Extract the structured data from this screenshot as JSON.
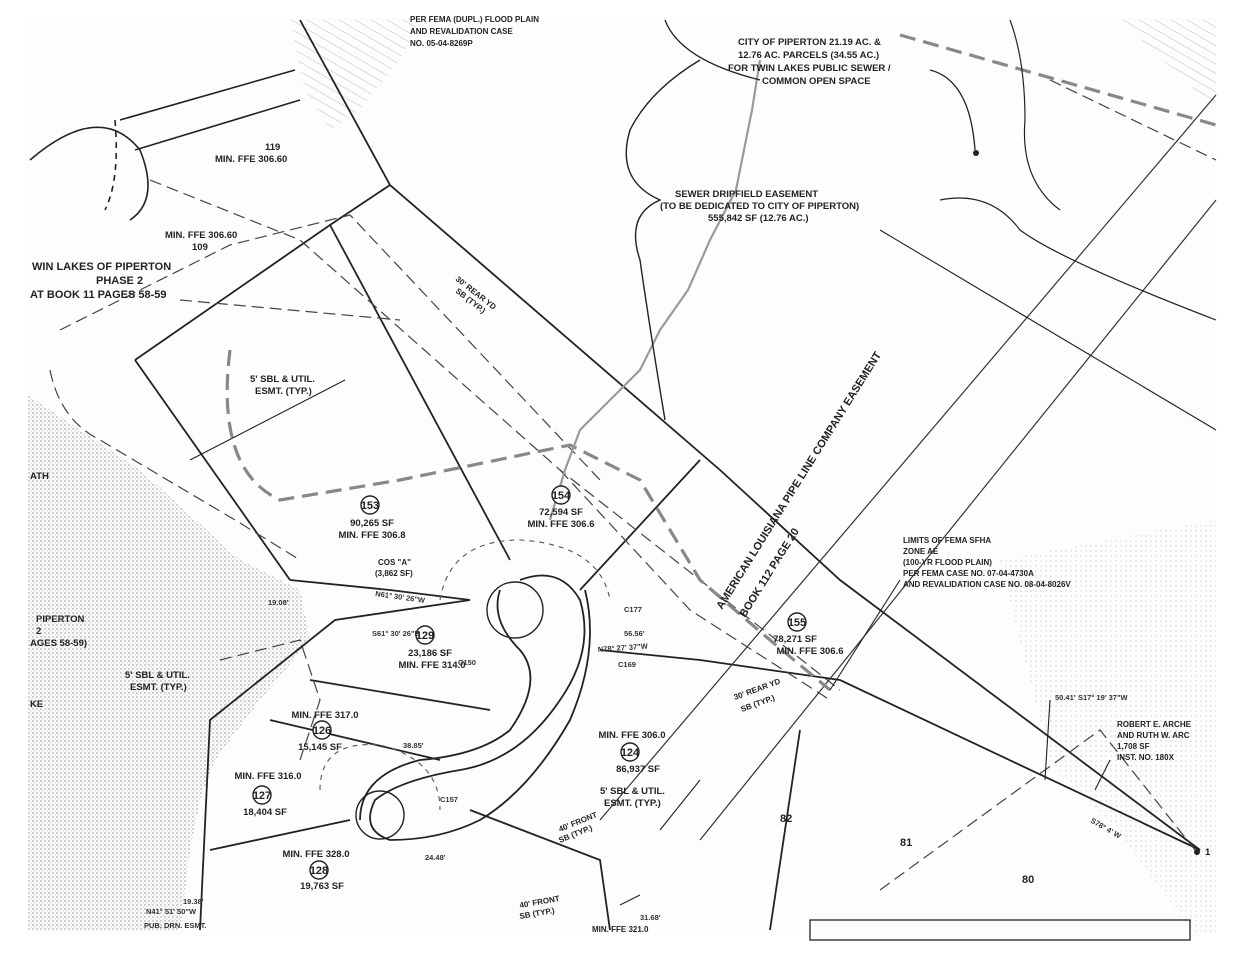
{
  "lots": [
    {
      "id": "lot-153",
      "num": "153",
      "area": "90,265 SF",
      "ffe": "MIN. FFE 306.8"
    },
    {
      "id": "lot-154",
      "num": "154",
      "area": "72,594 SF",
      "ffe": "MIN. FFE 306.6"
    },
    {
      "id": "lot-155",
      "num": "155",
      "area": "78,271 SF",
      "ffe": "MIN. FFE 306.6"
    },
    {
      "id": "lot-129",
      "num": "129",
      "area": "23,186 SF",
      "ffe": "MIN. FFE 314.0"
    },
    {
      "id": "lot-126",
      "num": "126",
      "area": "15,145 SF",
      "ffe": "MIN. FFE 317.0"
    },
    {
      "id": "lot-127",
      "num": "127",
      "area": "18,404 SF",
      "ffe": "MIN. FFE 316.0"
    },
    {
      "id": "lot-128",
      "num": "128",
      "area": "19,763 SF",
      "ffe": "MIN. FFE 328.0"
    },
    {
      "id": "lot-124",
      "num": "124",
      "area": "86,937 SF",
      "ffe": "MIN. FFE 306.0"
    }
  ],
  "labels": {
    "fema_top_1": "PER FEMA (DUPL.) FLOOD PLAIN",
    "fema_top_2": "AND REVALIDATION CASE",
    "fema_top_3": "NO. 05-04-8269P",
    "city_1": "CITY OF PIPERTON 21.19 AC. &",
    "city_2": "12.76 AC. PARCELS (34.55 AC.)",
    "city_3": "FOR TWIN LAKES PUBLIC SEWER /",
    "city_4": "COMMON OPEN SPACE",
    "drip_1": "SEWER DRIPFIELD EASEMENT",
    "drip_2": "(TO BE DEDICATED TO CITY OF PIPERTON)",
    "drip_3": "555,842 SF (12.76 AC.)",
    "lot119_num": "119",
    "lot119_ffe": "MIN. FFE 306.60",
    "lot109_ffe": "MIN. FFE 306.60",
    "lot109_num": "109",
    "twin_1": "WIN LAKES OF PIPERTON",
    "twin_2": "PHASE 2",
    "twin_3": "AT BOOK 11 PAGES 58-59",
    "sbl_util_1": "5' SBL & UTIL.",
    "sbl_util_2": "ESMT. (TYP.)",
    "rear_yd_1": "30' REAR YD",
    "rear_yd_2": "SB (TYP.)",
    "cos_1": "COS \"A\"",
    "cos_2": "(3,862 SF)",
    "pipeline": "AMERICAN LOUISIANA PIPE LINE COMPANY EASEMENT",
    "pipeline_book": "BOOK 112 PAGE 20",
    "fema_sfha_1": "LIMITS OF FEMA SFHA",
    "fema_sfha_2": "ZONE AE",
    "fema_sfha_3": "(100-YR FLOOD PLAIN)",
    "fema_sfha_4": "PER FEMA CASE NO. 07-04-4730A",
    "fema_sfha_5": "AND REVALIDATION CASE NO. 08-04-8026V",
    "piperton_1": "PIPERTON",
    "piperton_2": "2",
    "piperton_3": "AGES 58-59)",
    "tract_ke": "KE",
    "tract_ath": "ATH",
    "sbl_util_b1": "5' SBL & UTIL.",
    "sbl_util_b2": "ESMT. (TYP.)",
    "sbl_util_c1": "5' SBL & UTIL.",
    "sbl_util_c2": "ESMT. (TYP.)",
    "front_sb_1": "40' FRONT",
    "front_sb_2": "SB (TYP.)",
    "front_sb_3": "40' FRONT",
    "front_sb_4": "SB (TYP.)",
    "rear_yd_b1": "30' REAR YD",
    "rear_yd_b2": "SB (TYP.)",
    "owner_1": "ROBERT E. ARCHE",
    "owner_2": "AND RUTH W. ARC",
    "owner_3": "1,708 SF",
    "owner_4": "INST. NO. 180X",
    "brg_n61": "N61° 30' 26\"W",
    "brg_s61": "S61° 30' 26\"E",
    "brg_n41": "N41° 51' 50\"W",
    "brg_corner": "S17° 19' 37\"W",
    "brg_w": "N78° 27' 37\"W",
    "dim_1908": "19.08'",
    "dim_3885": "38.85'",
    "dim_5856": "56.56'",
    "dim_5041": "50.41'",
    "dim_2448": "24.48'",
    "dim_1938": "19.38'",
    "dim_3168": "31.68'",
    "pub_drn": "PUB. DRN. ESMT.",
    "c177": "C177",
    "c169": "C169",
    "c157": "C157",
    "c150": "C150",
    "min_ffe_bottom": "MIN. FFE 321.0",
    "lot82": "82",
    "lot81": "81",
    "lot80": "80",
    "corner_1": "1",
    "s78": "S78° 4' W"
  }
}
